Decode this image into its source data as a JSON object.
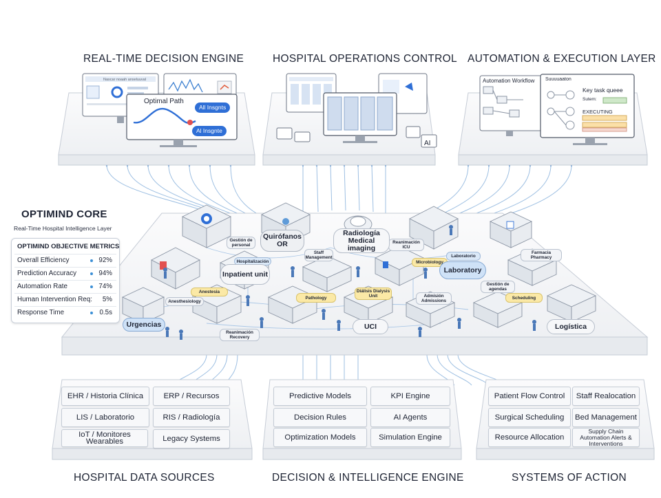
{
  "titles": {
    "decision_engine": "REAL-TIME DECISION ENGINE",
    "operations": "HOSPITAL OPERATIONS CONTROL",
    "automation": "AUTOMATION & EXECUTION LAYER",
    "data_sources": "HOSPITAL DATA SOURCES",
    "intelligence": "DECISION & INTELLIGENCE ENGINE",
    "action": "SYSTEMS OF ACTION"
  },
  "core": {
    "title": "OPTIMIND CORE",
    "subtitle": "Real-Time Hospital Intelligence Layer"
  },
  "metrics": {
    "header": "OPTIMIND OBJECTIVE METRICS",
    "rows": [
      {
        "label": "Overall Efficiency",
        "value": "92%"
      },
      {
        "label": "Prediction Accuracy",
        "value": "94%"
      },
      {
        "label": "Automation Rate",
        "value": "74%"
      },
      {
        "label": "Human Intervention Req:",
        "value": "5%"
      },
      {
        "label": "Response Time",
        "value": "0.5s"
      }
    ]
  },
  "screens": {
    "optimal_path": "Optimal Path",
    "ai_insights_1": "All Insgnts",
    "ai_insights_2": "Al Insgnte",
    "ops_ai": "AI",
    "automation_workflow": "Automation Workflow",
    "key_task_queue": "Key task queee",
    "executing": "EXECUTING",
    "status_label": "Sutem:",
    "screen_header_left": "Nascar noaah anseluuval",
    "screen_header_right": "Suuuuaaton"
  },
  "tags": {
    "gestion_personal": "Gestión de personal",
    "hospitalizacion": "Hospitalización",
    "staff_management": "Staff Management",
    "reanimacion_icu": "Reanimación ICU",
    "microbiology": "Microbiology",
    "laboratorio": "Laboratorio",
    "farmacia": "Farmacia Pharmacy",
    "anestesia": "Anestesia",
    "anesthesiology": "Anesthesiology",
    "pathology": "Pathology",
    "dialisis": "Diálisis Dialysis Unit",
    "admision": "Admisión Admissions",
    "gestion_agendas": "Gestión de agendas",
    "scheduling": "Scheduling",
    "reanimacion_recovery": "Reanimación Recovery"
  },
  "pills": {
    "quirofanos": "Quirófanos OR",
    "radiologia": "Radiología Medical imaging",
    "inpatient": "Inpatient unit",
    "laboratory": "Laboratory",
    "urgencias": "Urgencias",
    "uci": "UCI",
    "logistica": "Logística"
  },
  "data_sources": [
    "EHR / Historia Clínica",
    "ERP / Recursos",
    "LIS / Laboratorio",
    "RIS / Radiología",
    "IoT / Monitores Wearables",
    "Legacy Systems"
  ],
  "intelligence": [
    "Predictive Models",
    "KPI Engine",
    "Decision Rules",
    "AI Agents",
    "Optimization Models",
    "Simulation Engine"
  ],
  "action": [
    "Patient Flow Control",
    "Staff Realocation",
    "Surgical Scheduling",
    "Bed Management",
    "Resource Allocation",
    "Supply Chain Automation Alerts & Interventions"
  ],
  "colors": {
    "accent": "#2f6fd6",
    "line": "#8fb6de",
    "platform": "#f5f6f8",
    "platform_edge": "#c6ccd6",
    "tag_yellow": "#fbe9a6",
    "tag_blue": "#dbe9f8"
  }
}
